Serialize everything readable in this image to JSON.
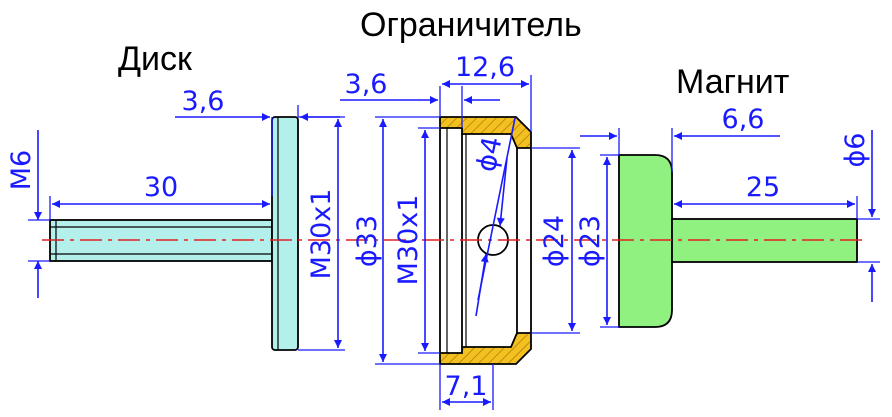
{
  "labels": {
    "disk": "Диск",
    "limiter": "Ограничитель",
    "magnet": "Магнит"
  },
  "dimensions": {
    "disk_thread": "M6",
    "disk_shaft_length": "30",
    "disk_thickness": "3,6",
    "disk_thread_outer": "M30x1",
    "limiter_outer_diameter": "ϕ33",
    "limiter_thread": "M30x1",
    "limiter_depth": "3,6",
    "limiter_width": "12,6",
    "limiter_hole": "ϕ4",
    "limiter_inner_width": "7,1",
    "limiter_bore": "ϕ24",
    "magnet_diameter": "ϕ23",
    "magnet_thickness": "6,6",
    "magnet_shaft_length": "25",
    "magnet_shaft_diameter": "ϕ6"
  },
  "colors": {
    "disk_fill": "#b3f0ec",
    "limiter_fill": "#f2c020",
    "magnet_fill": "#90f080",
    "dimension": "#1a1aff",
    "axis": "#e02020",
    "outline": "#000000"
  }
}
